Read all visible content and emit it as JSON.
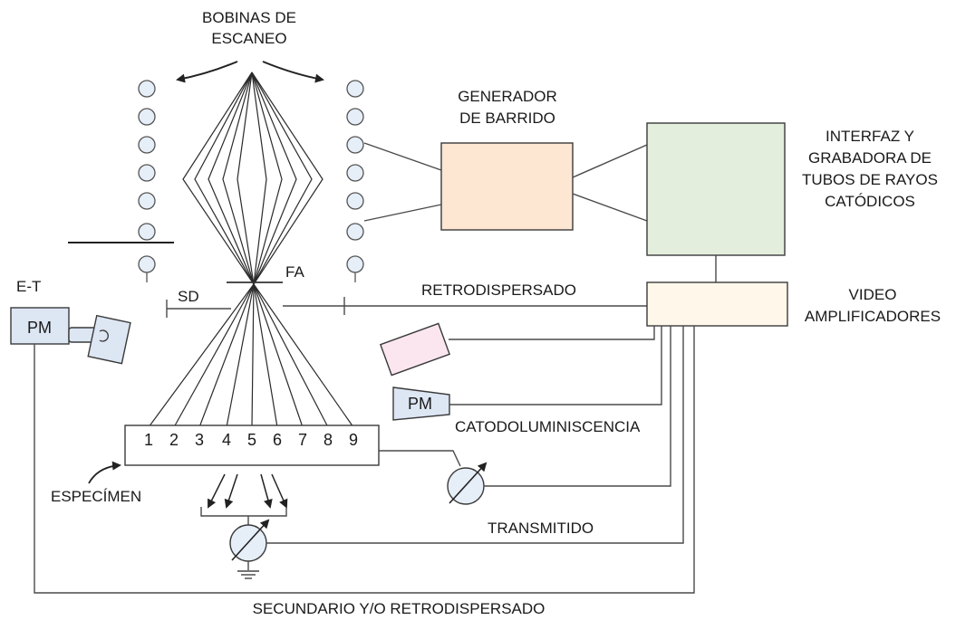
{
  "labels": {
    "scan_coils_line1": "BOBINAS DE",
    "scan_coils_line2": "ESCANEO",
    "sweep_gen_line1": "GENERADOR",
    "sweep_gen_line2": "DE BARRIDO",
    "crt_line1": "INTERFAZ Y",
    "crt_line2": "GRABADORA DE",
    "crt_line3": "TUBOS DE RAYOS",
    "crt_line4": "CATÓDICOS",
    "video_line1": "VIDEO",
    "video_line2": "AMPLIFICADORES",
    "et": "E-T",
    "sd": "SD",
    "fa": "FA",
    "backscatter": "RETRODISPERSADO",
    "cathodo": "CATODOLUMINISCENCIA",
    "transmitted": "TRANSMITIDO",
    "secondary": "SECUNDARIO Y/O RETRODISPERSADO",
    "specimen": "ESPECÍMEN",
    "pm_left": "PM",
    "pm_right": "PM"
  },
  "specimen_positions": [
    "1",
    "2",
    "3",
    "4",
    "5",
    "6",
    "7",
    "8",
    "9"
  ],
  "colors": {
    "sweep_generator": "#fde6d2",
    "crt_recorder": "#e3eedd",
    "video_amplifiers": "#fff8ea",
    "pm_detector": "#dde6f3",
    "cathodo_detector": "#fbe6ef",
    "coil": "#e6eef8"
  }
}
